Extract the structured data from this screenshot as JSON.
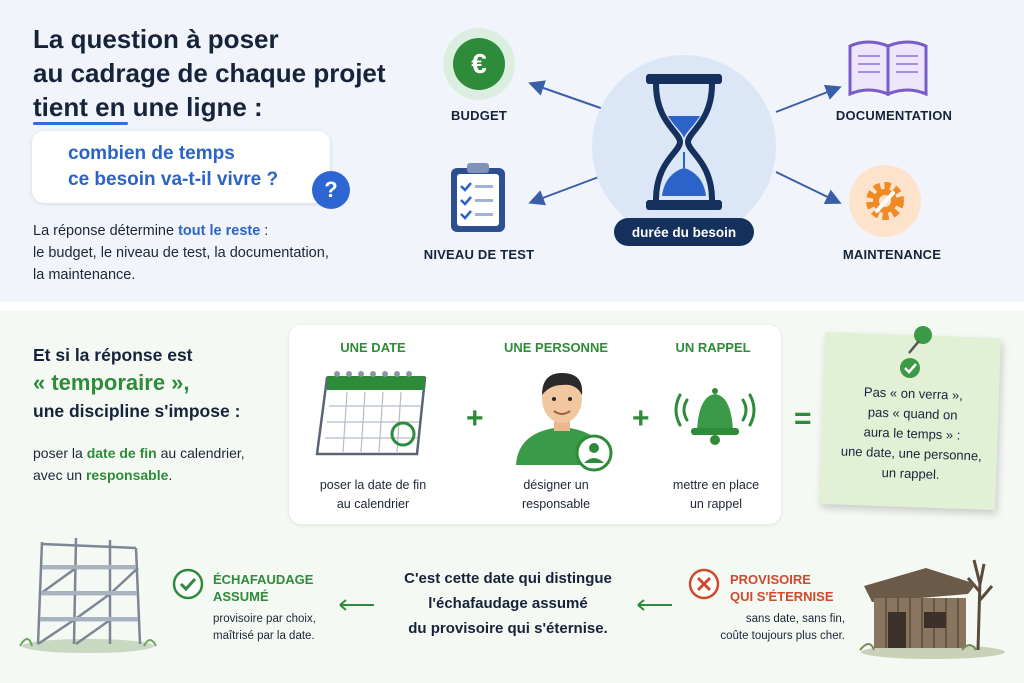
{
  "question": {
    "title_lines": [
      "La question à poser",
      "au cadrage de chaque projet",
      "tient en une ligne :"
    ],
    "bubble_lines": [
      "combien de temps",
      "ce besoin va-t-il vivre ?"
    ],
    "question_mark": "?",
    "answer_prefix": "La réponse détermine ",
    "answer_highlight": "tout le reste",
    "answer_suffix_line1": " :",
    "answer_line2": "le budget, le niveau de test, la documentation,",
    "answer_line3": "la maintenance."
  },
  "topics": {
    "budget": "BUDGET",
    "niveau_test": "NIVEAU DE TEST",
    "documentation": "DOCUMENTATION",
    "maintenance": "MAINTENANCE",
    "center_label": "durée du besoin",
    "euro_symbol": "€"
  },
  "discipline": {
    "title_line1": "Et si la réponse est",
    "title_line2": "« temporaire »,",
    "title_line3": "une discipline s'impose :",
    "text_prefix": "poser la ",
    "text_hl1": "date de fin",
    "text_mid": " au calendrier,",
    "text_line2_prefix": "avec un ",
    "text_hl2": "responsable",
    "text_end": "."
  },
  "steps": [
    {
      "title": "UNE DATE",
      "desc_line1": "poser la date de fin",
      "desc_line2": "au calendrier"
    },
    {
      "title": "UNE PERSONNE",
      "desc_line1": "désigner un",
      "desc_line2": "responsable"
    },
    {
      "title": "UN RAPPEL",
      "desc_line1": "mettre en place",
      "desc_line2": "un rappel"
    }
  ],
  "operators": {
    "plus": "+",
    "equals": "="
  },
  "sticky_note": {
    "lines": [
      "Pas « on verra »,",
      "pas « quand on",
      "aura le temps » :",
      "une date, une personne,",
      "un rappel."
    ]
  },
  "contrast": {
    "left_title_line1": "ÉCHAFAUDAGE",
    "left_title_line2": "ASSUMÉ",
    "left_desc_line1": "provisoire par choix,",
    "left_desc_line2": "maîtrisé par la date.",
    "center_lines": [
      "C'est cette date qui distingue",
      "l'échafaudage assumé",
      "du provisoire qui s'éternise."
    ],
    "right_title_line1": "PROVISOIRE",
    "right_title_line2": "QUI S'ÉTERNISE",
    "right_desc_line1": "sans date, sans fin,",
    "right_desc_line2": "coûte toujours plus cher."
  },
  "colors": {
    "blue": "#2b63c9",
    "navy": "#16305e",
    "green": "#2e8b3a",
    "red": "#d0492c",
    "orange": "#f08a24",
    "purple": "#8a6bd1"
  }
}
